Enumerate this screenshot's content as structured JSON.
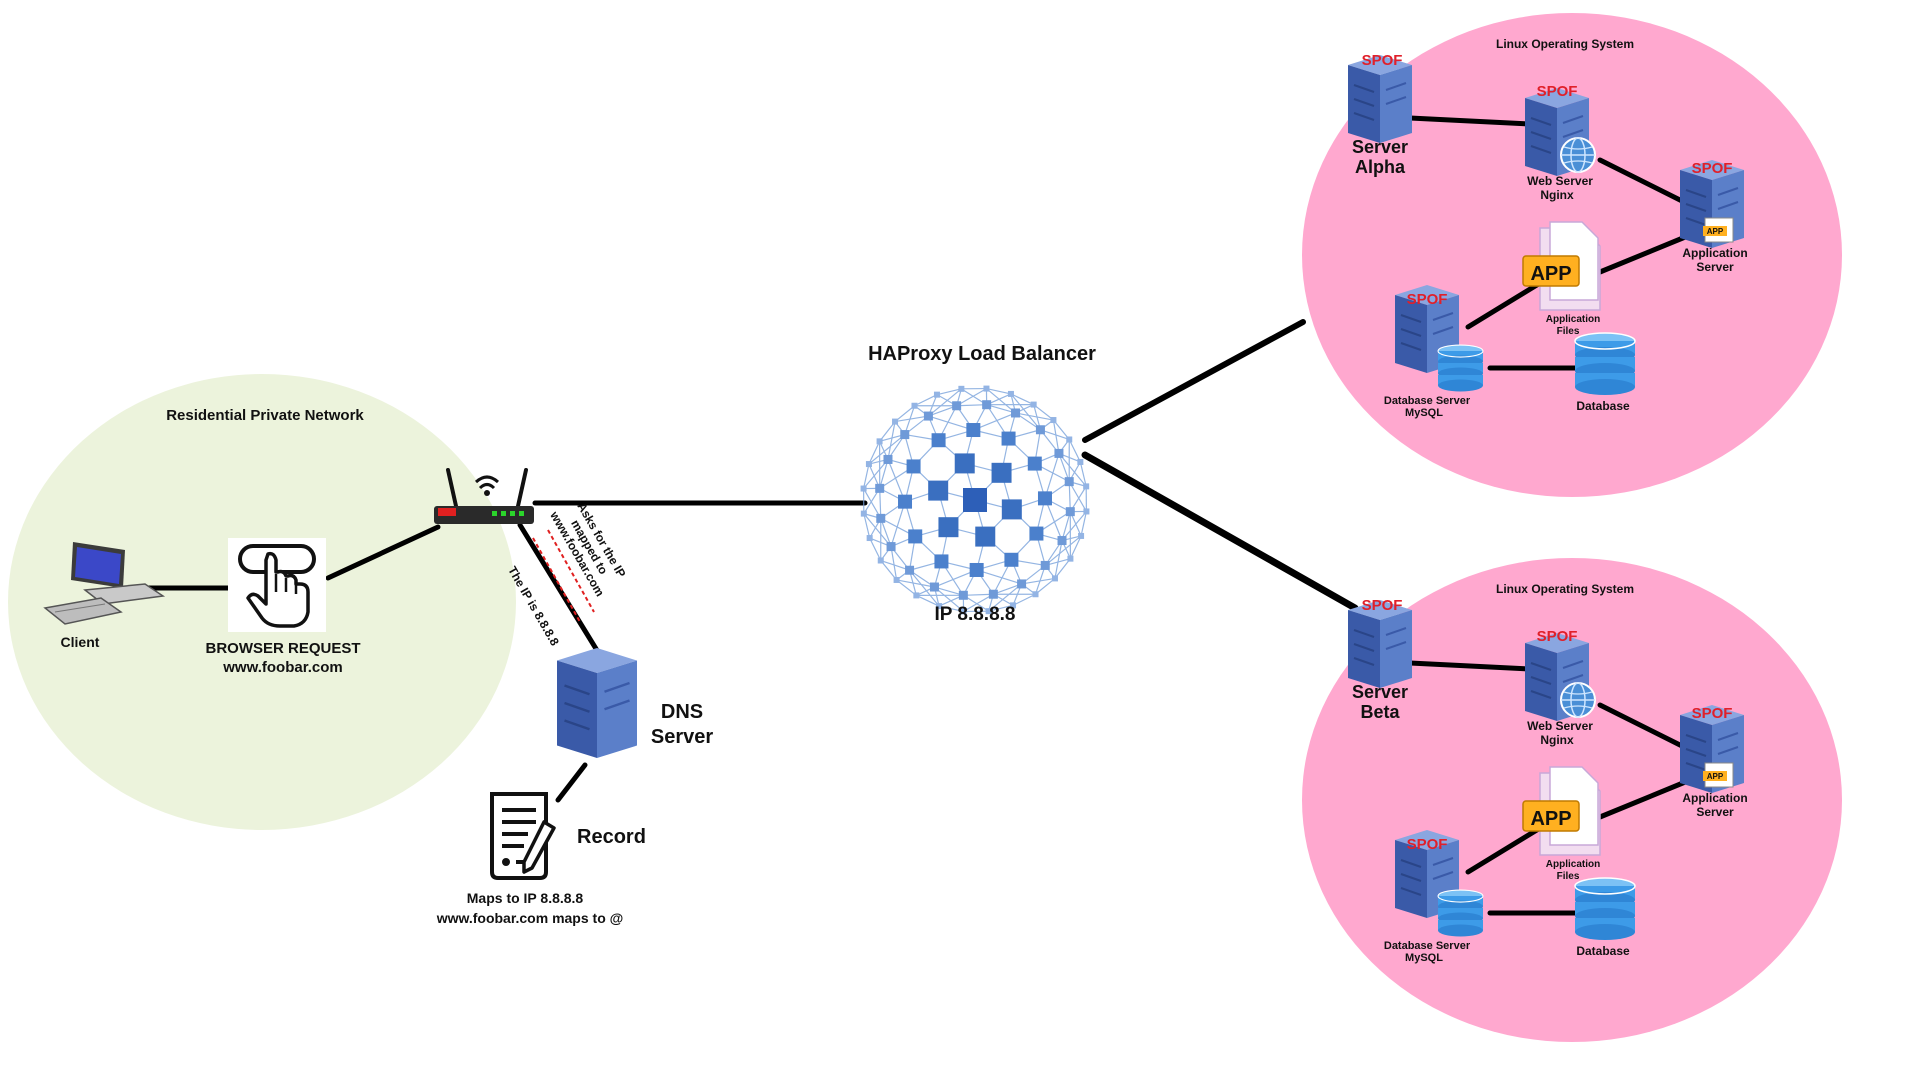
{
  "residential": {
    "title": "Residential Private Network",
    "client_label": "Client",
    "browser_label_1": "BROWSER REQUEST",
    "browser_label_2": "www.foobar.com"
  },
  "dns": {
    "label_1": "DNS",
    "label_2": "Server",
    "request_1": "Asks for the IP",
    "request_2": "mapped to",
    "request_3": "www.foobar.com",
    "response": "The IP is 8.8.8.8",
    "record_label": "Record",
    "record_caption_1": "Maps to IP 8.8.8.8",
    "record_caption_2": "www.foobar.com maps to @"
  },
  "load_balancer": {
    "title": "HAProxy Load Balancer",
    "ip": "IP 8.8.8.8"
  },
  "clusters": [
    {
      "os_label": "Linux Operating System",
      "server_name_1": "Server",
      "server_name_2": "Alpha",
      "spof": "SPOF",
      "web_label_1": "Web Server",
      "web_label_2": "Nginx",
      "app_label_1": "Application",
      "app_label_2": "Server",
      "files_badge": "APP",
      "files_label_1": "Application",
      "files_label_2": "Files",
      "app_badge": "APP",
      "db_server_label_1": "Database Server",
      "db_server_label_2": "MySQL",
      "db_label": "Database"
    },
    {
      "os_label": "Linux Operating System",
      "server_name_1": "Server",
      "server_name_2": "Beta",
      "spof": "SPOF",
      "web_label_1": "Web Server",
      "web_label_2": "Nginx",
      "app_label_1": "Application",
      "app_label_2": "Server",
      "files_badge": "APP",
      "files_label_1": "Application",
      "files_label_2": "Files",
      "app_badge": "APP",
      "db_server_label_1": "Database Server",
      "db_server_label_2": "MySQL",
      "db_label": "Database"
    }
  ],
  "colors": {
    "residential_bg": "#ecf3dc",
    "cluster_bg": "#ffa8cf",
    "server_blue": "#5b7fc9",
    "server_dark": "#3a5aa8",
    "spof_red": "#e0202a",
    "app_orange": "#ffb020",
    "db_blue": "#3d9be8",
    "mesh_blue": "#3a6fc0"
  }
}
